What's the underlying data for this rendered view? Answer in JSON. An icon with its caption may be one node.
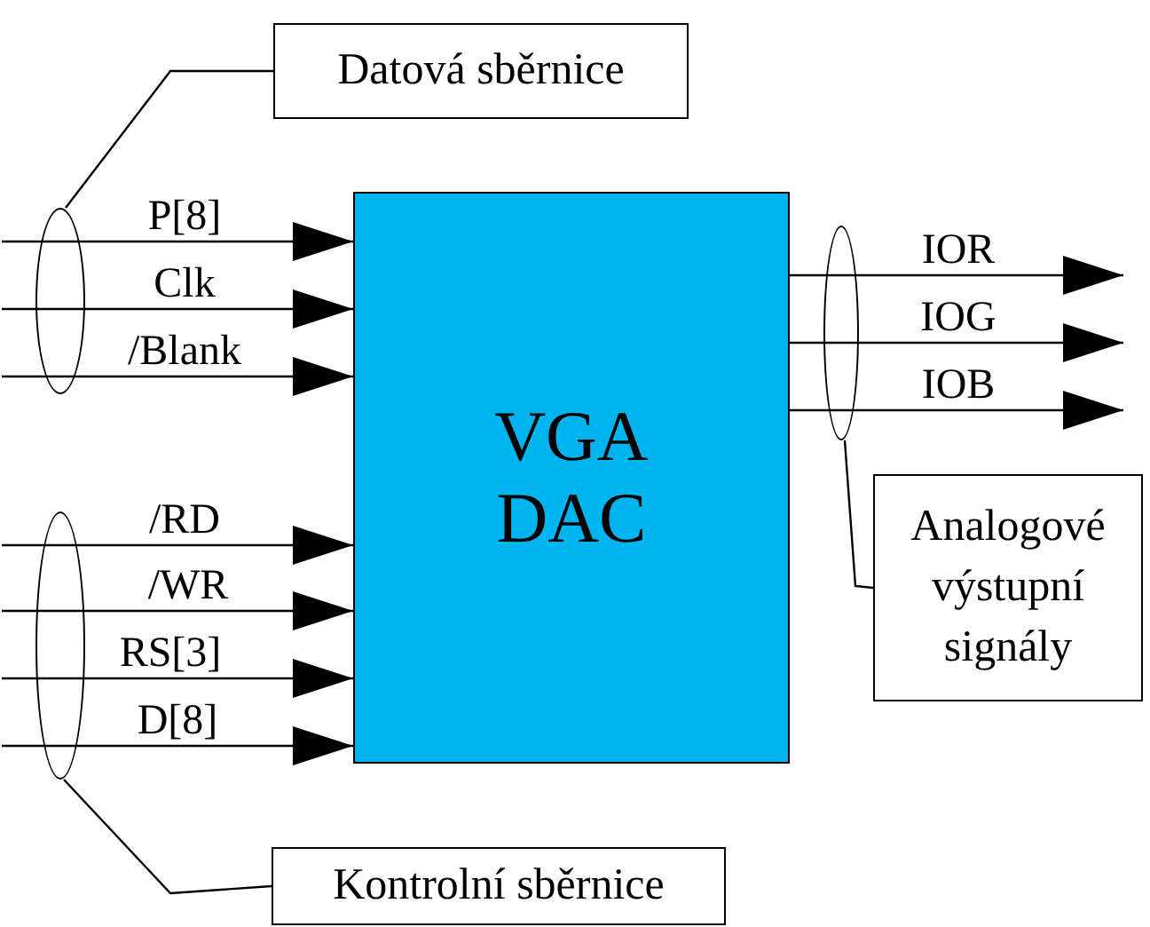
{
  "diagram": {
    "nodes": [
      {
        "text": [
          "VGA DAC"
        ]
      },
      {
        "text": [
          "Datová sběrnice"
        ]
      },
      {
        "text": [
          "Kontrolní sběrnice"
        ]
      },
      {
        "text": [
          "Analogové výstupní signály"
        ]
      },
      {
        "text": [],
        "shape": "ellipse"
      },
      {
        "text": [],
        "shape": "ellipse"
      },
      {
        "text": [],
        "shape": "ellipse"
      }
    ],
    "edges": [
      {
        "from": null,
        "to": 0,
        "arrow": "to",
        "label": "P[8]"
      },
      {
        "from": null,
        "to": 0,
        "arrow": "to",
        "label": "Clk"
      },
      {
        "from": null,
        "to": 0,
        "arrow": "to",
        "label": "/Blank"
      },
      {
        "from": null,
        "to": 0,
        "arrow": "to",
        "label": "/RD"
      },
      {
        "from": null,
        "to": 0,
        "arrow": "to",
        "label": "/WR"
      },
      {
        "from": null,
        "to": 0,
        "arrow": "to",
        "label": "RS[3]"
      },
      {
        "from": null,
        "to": 0,
        "arrow": "to",
        "label": "D[8]"
      },
      {
        "from": 0,
        "to": null,
        "arrow": "to",
        "label": "IOR"
      },
      {
        "from": 0,
        "to": null,
        "arrow": "to",
        "label": "IOG"
      },
      {
        "from": 0,
        "to": null,
        "arrow": "to",
        "label": "IOB"
      },
      {
        "from": 1,
        "to": 4,
        "arrow": "none"
      },
      {
        "from": 2,
        "to": 5,
        "arrow": "none"
      },
      {
        "from": 3,
        "to": 6,
        "arrow": "none"
      }
    ]
  }
}
